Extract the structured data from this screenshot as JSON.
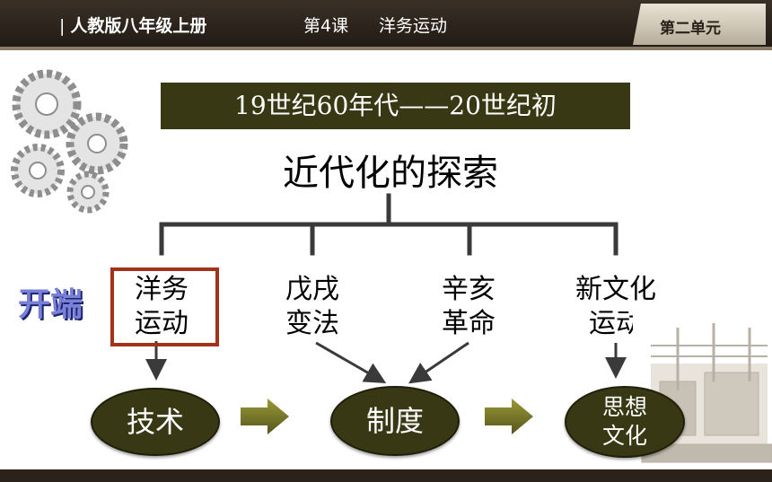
{
  "header": {
    "book": "人教版八年级上册",
    "lesson": "第4课",
    "lesson_title": "洋务运动",
    "unit": "第二单元"
  },
  "period": "19世纪60年代——20世纪初",
  "main_title": "近代化的探索",
  "start_label": "开端",
  "branches": [
    {
      "line1": "洋务",
      "line2": "运动"
    },
    {
      "line1": "戊戌",
      "line2": "变法"
    },
    {
      "line1": "辛亥",
      "line2": "革命"
    },
    {
      "line1": "新文化",
      "line2": "运动"
    }
  ],
  "levels": {
    "technology": "技术",
    "system": "制度",
    "thought_line1": "思想",
    "thought_line2": "文化"
  },
  "colors": {
    "dark_olive": "#383815",
    "header_brown": "#2b231b",
    "highlight_border": "#a1331b",
    "start_label": "#7a7fd8"
  }
}
